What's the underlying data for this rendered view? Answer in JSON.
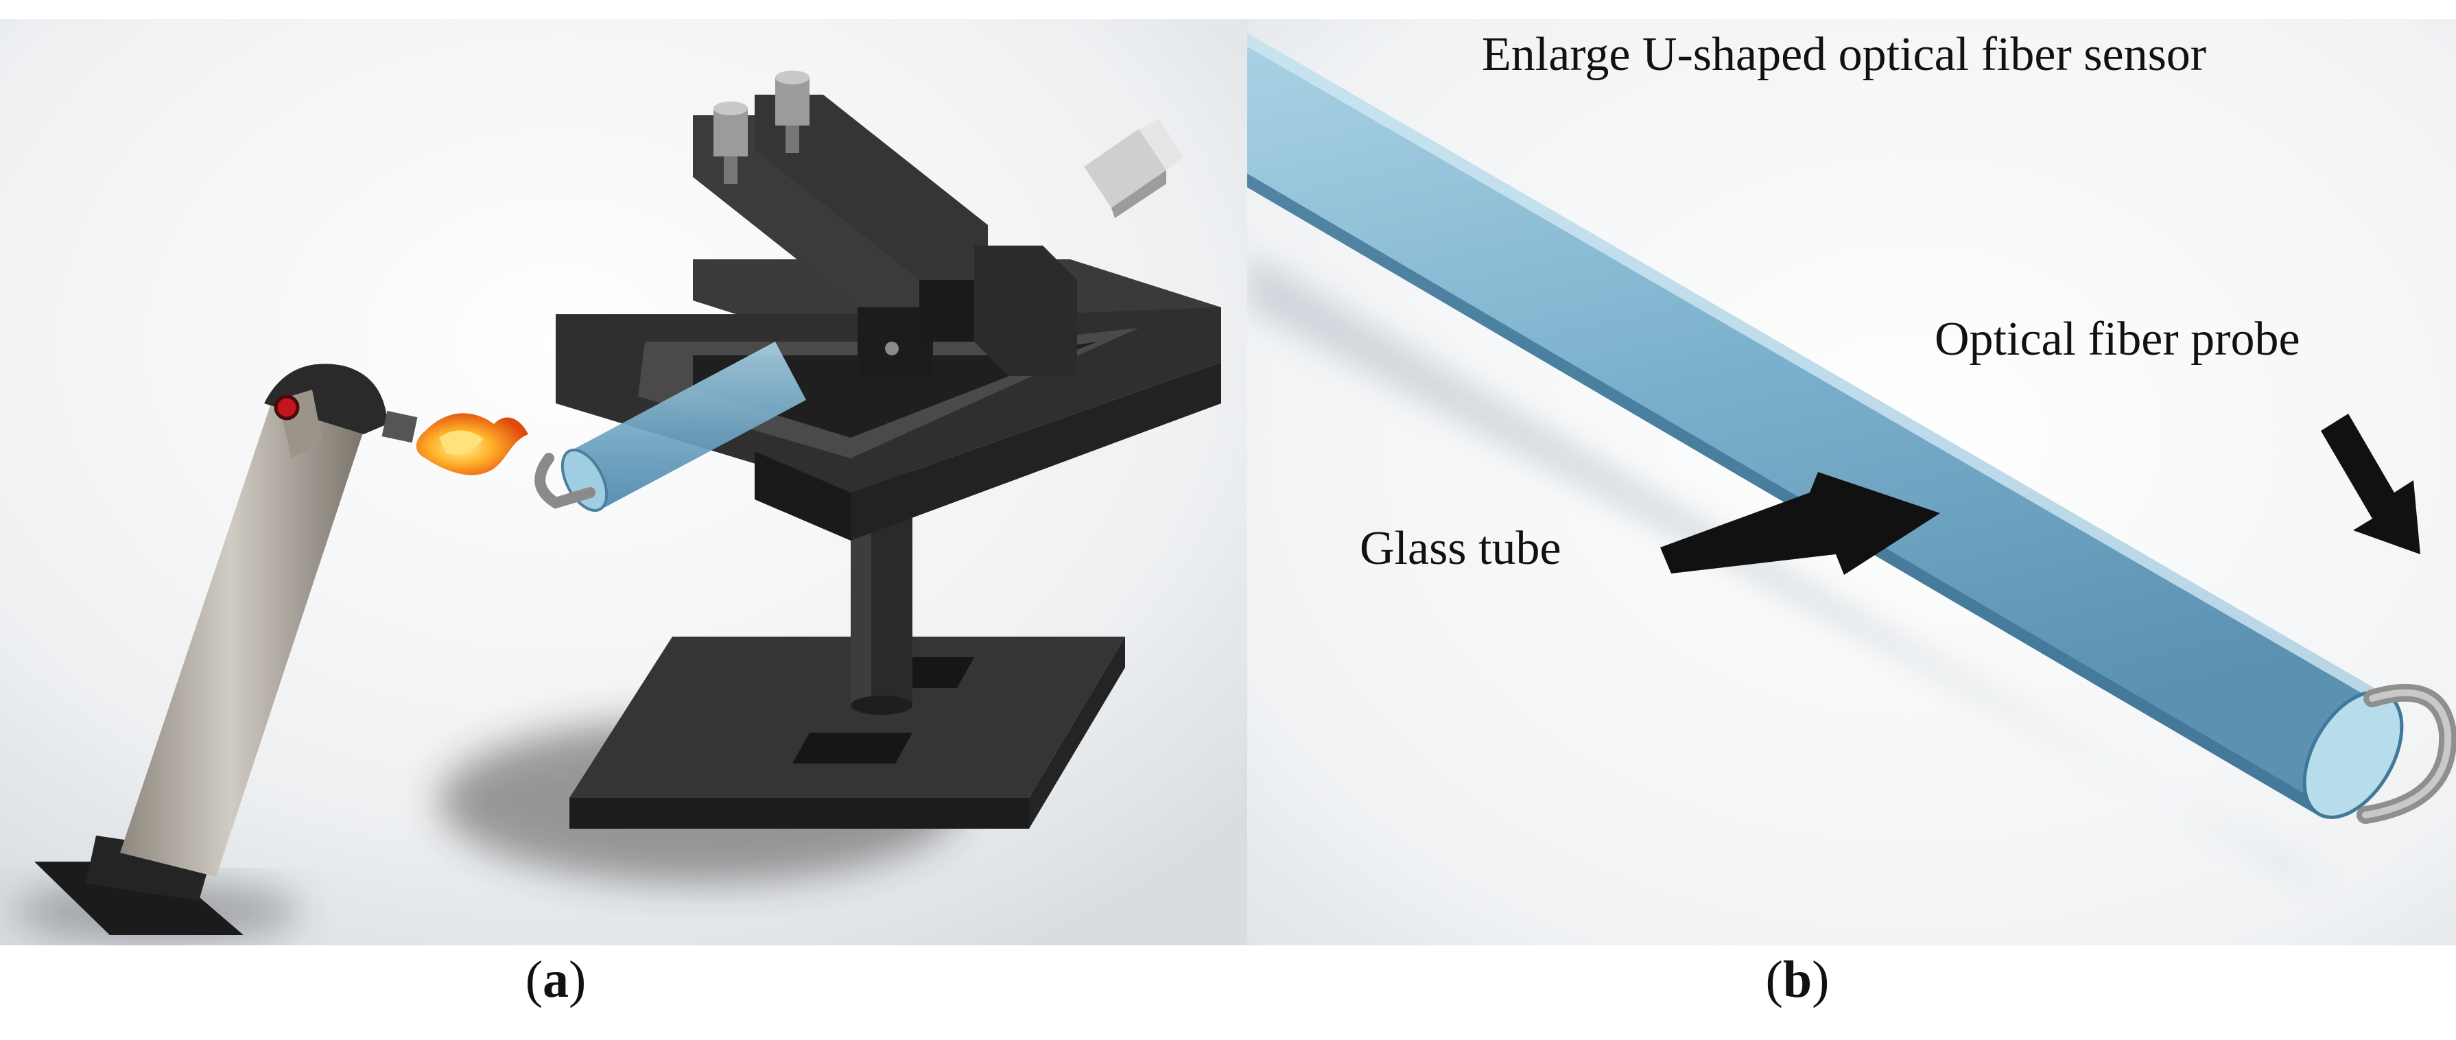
{
  "figure": {
    "panel_a": {
      "label_open": "(",
      "label_letter": "a",
      "label_close": ")"
    },
    "panel_b": {
      "label_open": "(",
      "label_letter": "b",
      "label_close": ")",
      "title": "Enlarge U-shaped optical fiber sensor",
      "callouts": {
        "probe": "Optical fiber probe",
        "glass": "Glass tube"
      }
    }
  },
  "colors": {
    "fixture": "#2b2b2b",
    "fixture_light": "#4a4a4a",
    "tube": "#7fb3cf",
    "torch": "#bdb7ad",
    "flame": "#ff9a1f",
    "arrow": "#111111"
  }
}
